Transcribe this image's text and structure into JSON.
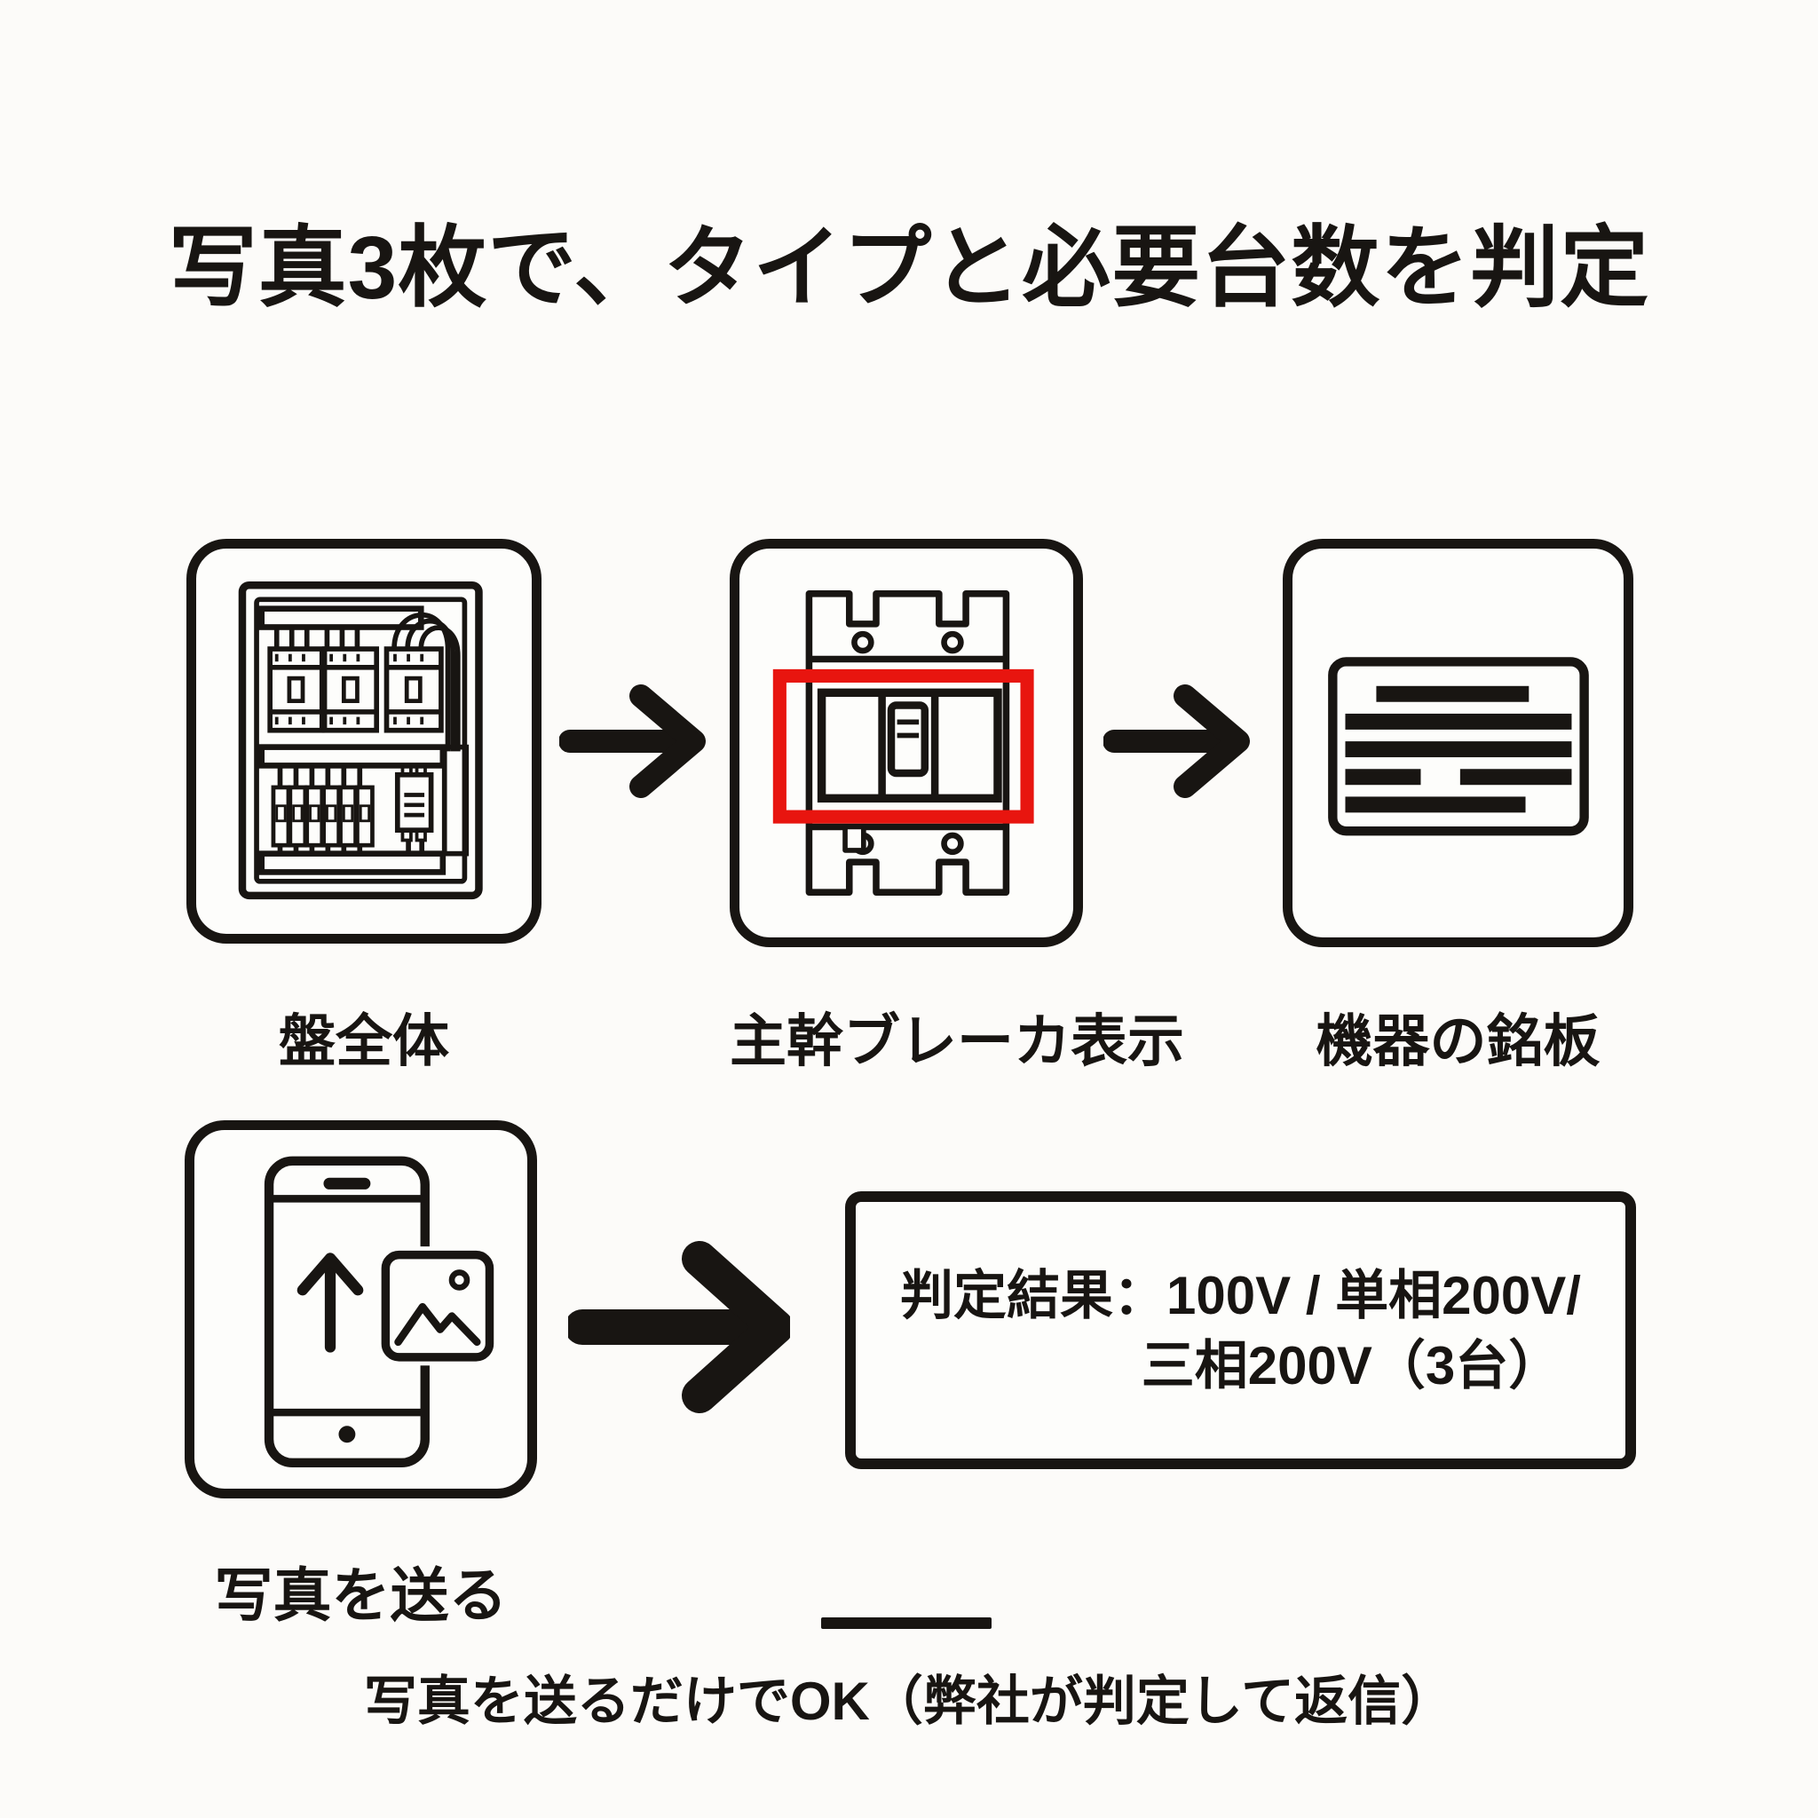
{
  "title": "写真3枚で、タイプと必要台数を判定",
  "steps": [
    {
      "label": "盤全体",
      "icon": "distribution-panel-icon"
    },
    {
      "label": "主幹ブレーカ表示",
      "icon": "main-breaker-highlight-icon"
    },
    {
      "label": "機器の銘板",
      "icon": "nameplate-icon"
    }
  ],
  "send_step": {
    "label": "写真を送る",
    "icon": "phone-photo-upload-icon"
  },
  "result": {
    "line1": "判定結果：100V / 単相200V/",
    "line2": "三相200V（3台）"
  },
  "footer": {
    "note": "写真を送るだけでOK（弊社が判定して返信）"
  },
  "flow": {
    "arrow_icon": "arrow-right-icon"
  },
  "colors": {
    "ink": "#181512",
    "highlight_red": "#e8150f",
    "background": "#fcfbf9"
  }
}
